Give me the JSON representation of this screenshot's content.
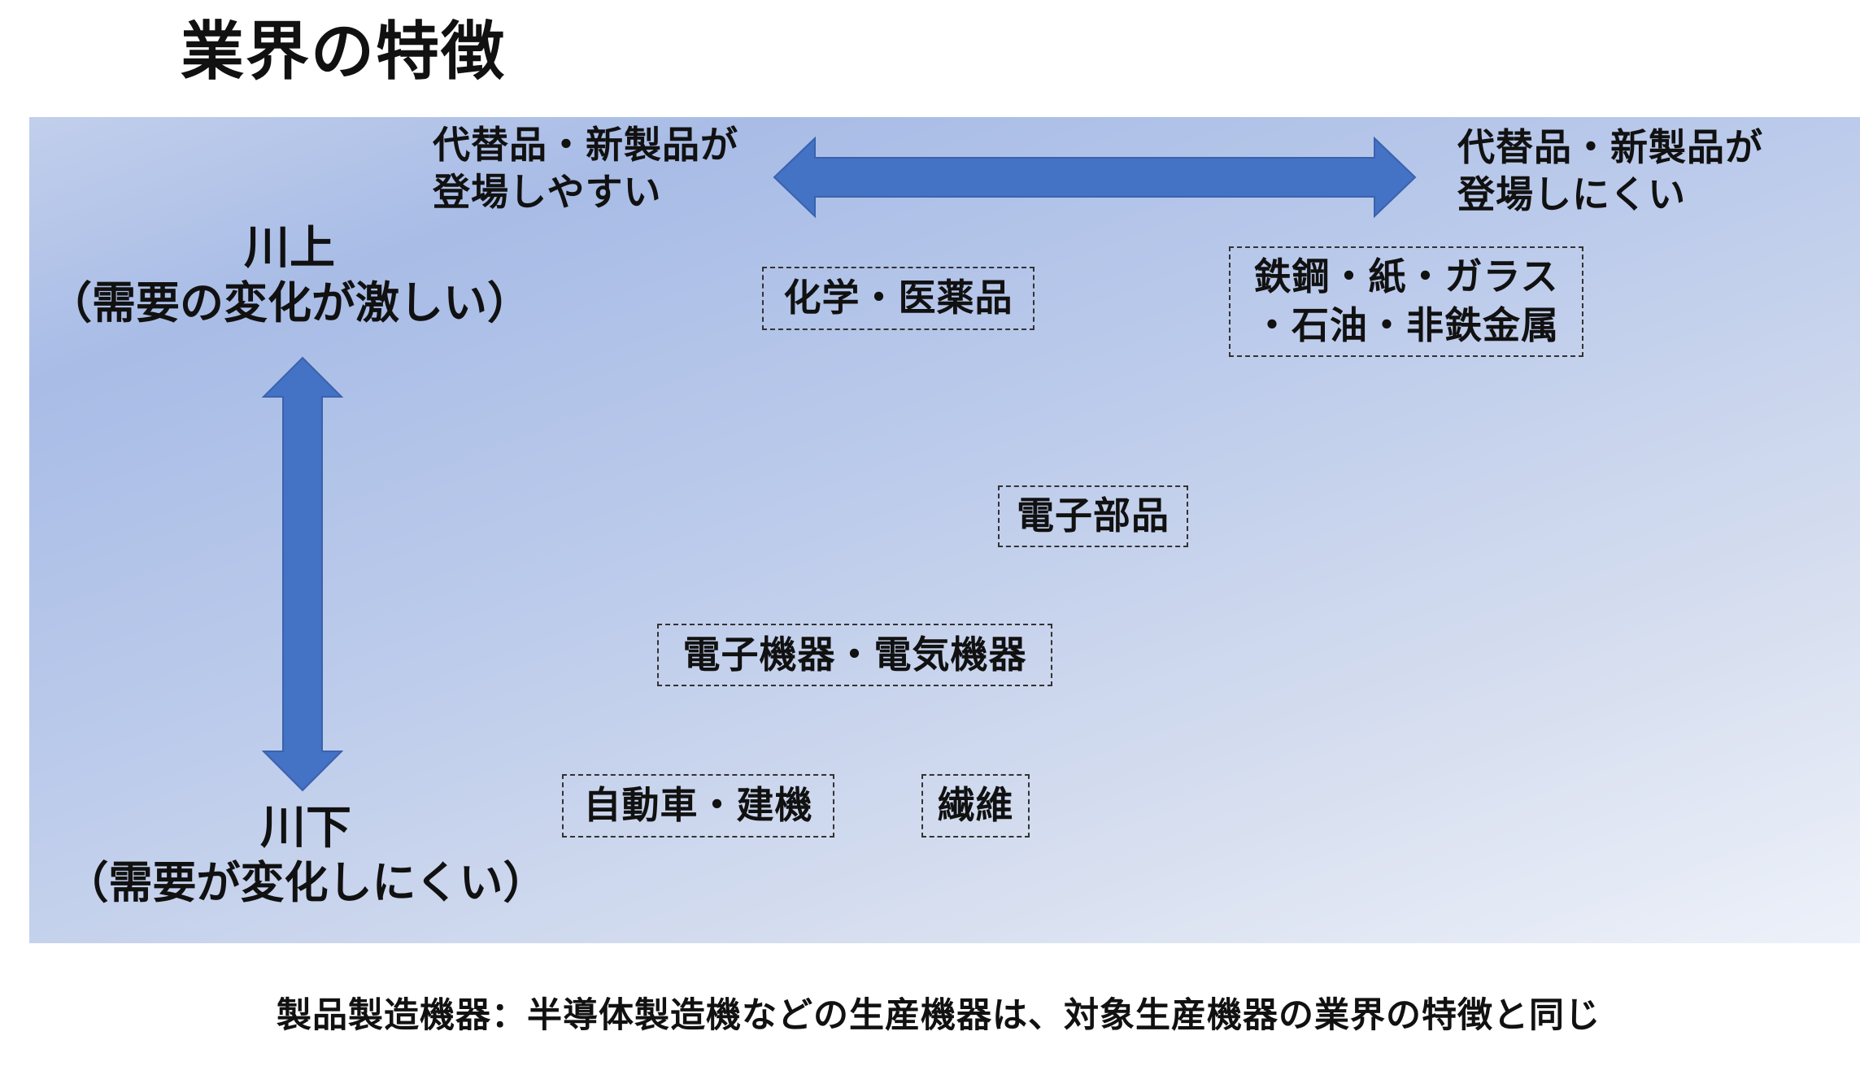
{
  "title": "業界の特徴",
  "colors": {
    "arrow": "#4472c4",
    "panel_gradient_start": "#a8bce6",
    "panel_gradient_end": "#edf1f9",
    "box_border": "#333333"
  },
  "horizontal_axis": {
    "left_label_line1": "代替品・新製品が",
    "left_label_line2": "登場しやすい",
    "right_label_line1": "代替品・新製品が",
    "right_label_line2": "登場しにくい"
  },
  "vertical_axis": {
    "top_main": "川上",
    "top_sub": "（需要の変化が激しい）",
    "bottom_main": "川下",
    "bottom_sub": "（需要が変化しにくい）"
  },
  "industries": {
    "chemical_pharma": "化学・医薬品",
    "steel_line1": "鉄鋼・紙・ガラス",
    "steel_line2": "・石油・非鉄金属",
    "electronic_parts": "電子部品",
    "electronic_devices": "電子機器・電気機器",
    "automobile": "自動車・建機",
    "textile": "繊維"
  },
  "footnote": "製品製造機器：半導体製造機などの生産機器は、対象生産機器の業界の特徴と同じ"
}
